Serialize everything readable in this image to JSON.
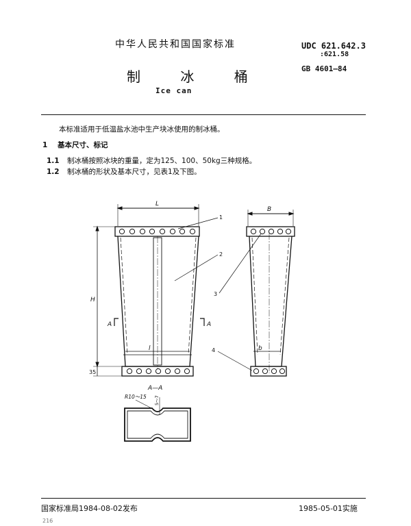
{
  "header": {
    "standard_type": "中华人民共和国国家标准",
    "udc_line1": "UDC 621.642.3",
    "udc_line2": ":621.58",
    "gb_code": "GB 4601—84",
    "title_cn": "制 冰 桶",
    "title_en": "Ice can"
  },
  "body": {
    "intro": "本标准适用于低温盐水池中生产块冰使用的制冰桶。",
    "section1": {
      "number": "1",
      "title": "基本尺寸、标记"
    },
    "section1_1": {
      "number": "1.1",
      "text": "制冰桶按照冰块的重量，定为125、100、50kg三种规格。"
    },
    "section1_2": {
      "number": "1.2",
      "text": "制冰桶的形状及基本尺寸，见表1及下图。"
    }
  },
  "drawing": {
    "dim_L": "L",
    "dim_B": "B",
    "dim_H": "H",
    "dim_l": "l",
    "dim_b": "b",
    "dim_35": "35",
    "callout_1": "1",
    "callout_2": "2",
    "callout_3": "3",
    "callout_4": "4",
    "section_mark_left": "A",
    "section_mark_right": "A",
    "section_title": "A—A",
    "radius_label": "R10～15",
    "thickness_label": "5～7"
  },
  "footer": {
    "issued": "国家标准局1984-08-02发布",
    "effective": "1985-05-01实施",
    "page": "216"
  }
}
